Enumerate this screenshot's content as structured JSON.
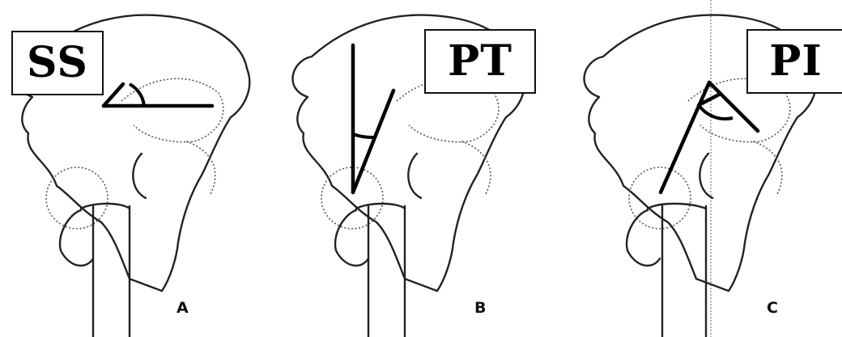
{
  "panels": [
    {
      "id": "A",
      "tag": "SS",
      "letter": "A"
    },
    {
      "id": "B",
      "tag": "PT",
      "letter": "B"
    },
    {
      "id": "C",
      "tag": "PI",
      "letter": "C"
    }
  ]
}
